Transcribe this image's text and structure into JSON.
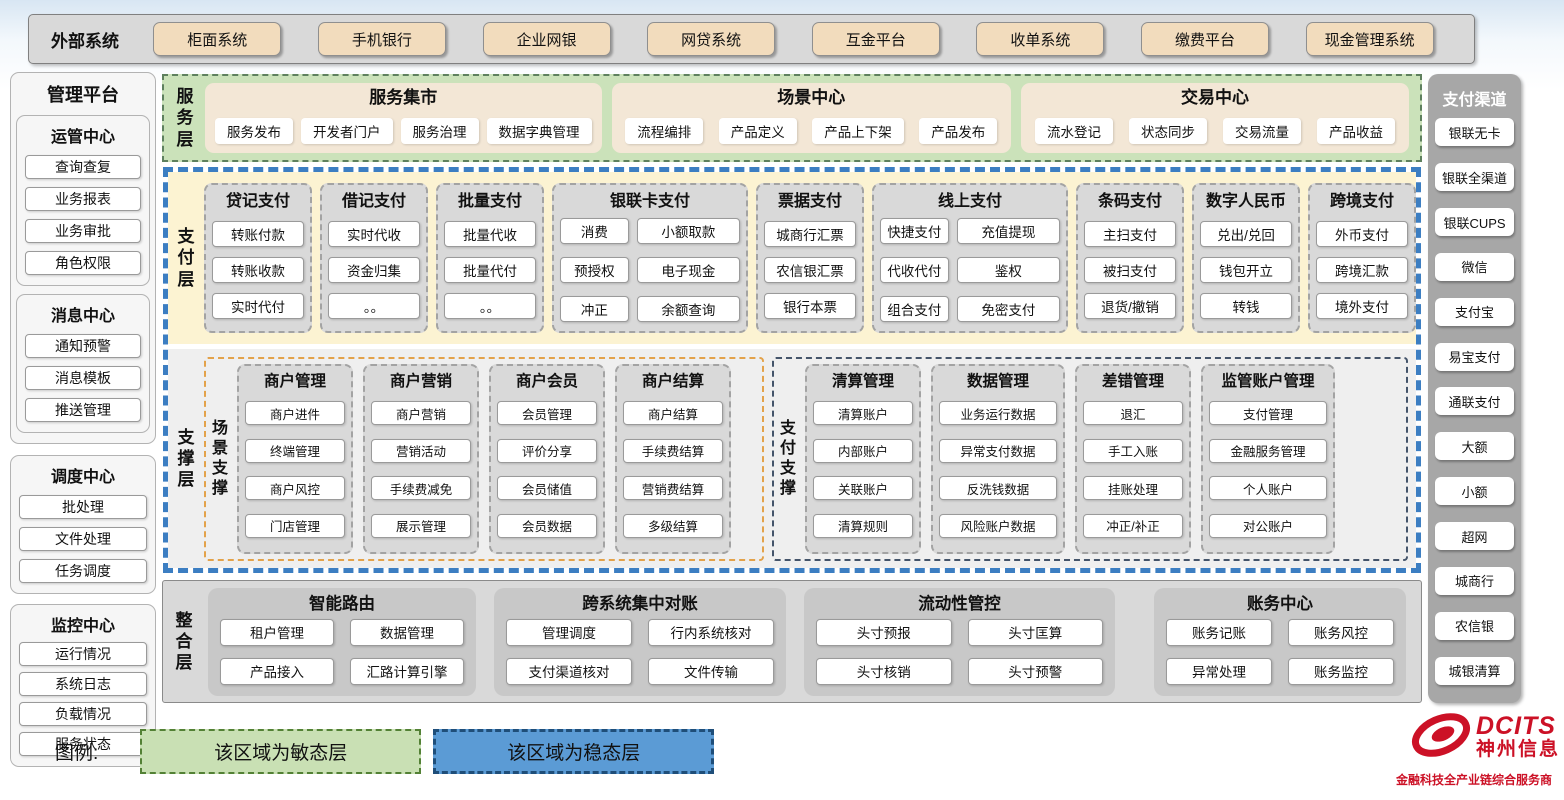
{
  "external_systems": {
    "label": "外部系统",
    "items": [
      "柜面系统",
      "手机银行",
      "企业网银",
      "网贷系统",
      "互金平台",
      "收单系统",
      "缴费平台",
      "现金管理系统"
    ]
  },
  "management_platform": {
    "title": "管理平台",
    "groups": [
      {
        "title": "运管中心",
        "items": [
          "查询查复",
          "业务报表",
          "业务审批",
          "角色权限"
        ]
      },
      {
        "title": "消息中心",
        "items": [
          "通知预警",
          "消息模板",
          "推送管理"
        ]
      },
      {
        "title": "调度中心",
        "items": [
          "批处理",
          "文件处理",
          "任务调度"
        ]
      },
      {
        "title": "监控中心",
        "items": [
          "运行情况",
          "系统日志",
          "负载情况",
          "服务状态"
        ]
      }
    ]
  },
  "service_layer": {
    "label": "服务层",
    "groups": [
      {
        "title": "服务集市",
        "items": [
          "服务发布",
          "开发者门户",
          "服务治理",
          "数据字典管理"
        ]
      },
      {
        "title": "场景中心",
        "items": [
          "流程编排",
          "产品定义",
          "产品上下架",
          "产品发布"
        ]
      },
      {
        "title": "交易中心",
        "items": [
          "流水登记",
          "状态同步",
          "交易流量",
          "产品收益"
        ]
      }
    ]
  },
  "payment_layer": {
    "label": "支付层",
    "groups": [
      {
        "title": "贷记支付",
        "items": [
          "转账付款",
          "转账收款",
          "实时代付"
        ]
      },
      {
        "title": "借记支付",
        "items": [
          "实时代收",
          "资金归集",
          "。。"
        ]
      },
      {
        "title": "批量支付",
        "items": [
          "批量代收",
          "批量代付",
          "。。"
        ]
      },
      {
        "title": "银联卡支付",
        "items": [
          "消费",
          "小额取款",
          "预授权",
          "电子现金",
          "冲正",
          "余额查询"
        ]
      },
      {
        "title": "票据支付",
        "items": [
          "城商行汇票",
          "农信银汇票",
          "银行本票"
        ]
      },
      {
        "title": "线上支付",
        "items": [
          "快捷支付",
          "充值提现",
          "代收代付",
          "鉴权",
          "组合支付",
          "免密支付"
        ]
      },
      {
        "title": "条码支付",
        "items": [
          "主扫支付",
          "被扫支付",
          "退货/撤销"
        ]
      },
      {
        "title": "数字人民币",
        "items": [
          "兑出/兑回",
          "钱包开立",
          "转钱"
        ]
      },
      {
        "title": "跨境支付",
        "items": [
          "外币支付",
          "跨境汇款",
          "境外支付"
        ]
      }
    ]
  },
  "support_layer": {
    "label": "支撑层",
    "sections": [
      {
        "label": "场景支撑",
        "columns": [
          {
            "title": "商户管理",
            "items": [
              "商户进件",
              "终端管理",
              "商户风控",
              "门店管理"
            ]
          },
          {
            "title": "商户营销",
            "items": [
              "商户营销",
              "营销活动",
              "手续费减免",
              "展示管理"
            ]
          },
          {
            "title": "商户会员",
            "items": [
              "会员管理",
              "评价分享",
              "会员储值",
              "会员数据"
            ]
          },
          {
            "title": "商户结算",
            "items": [
              "商户结算",
              "手续费结算",
              "营销费结算",
              "多级结算"
            ]
          }
        ]
      },
      {
        "label": "支付支撑",
        "columns": [
          {
            "title": "清算管理",
            "items": [
              "清算账户",
              "内部账户",
              "关联账户",
              "清算规则"
            ]
          },
          {
            "title": "数据管理",
            "items": [
              "业务运行数据",
              "异常支付数据",
              "反洗钱数据",
              "风险账户数据"
            ]
          },
          {
            "title": "差错管理",
            "items": [
              "退汇",
              "手工入账",
              "挂账处理",
              "冲正/补正"
            ]
          },
          {
            "title": "监管账户管理",
            "items": [
              "支付管理",
              "金融服务管理",
              "个人账户",
              "对公账户"
            ]
          }
        ]
      }
    ]
  },
  "integration_layer": {
    "label": "整合层",
    "groups": [
      {
        "title": "智能路由",
        "items": [
          "租户管理",
          "数据管理",
          "产品接入",
          "汇路计算引擎"
        ]
      },
      {
        "title": "跨系统集中对账",
        "items": [
          "管理调度",
          "行内系统核对",
          "支付渠道核对",
          "文件传输"
        ]
      },
      {
        "title": "流动性管控",
        "items": [
          "头寸预报",
          "头寸匡算",
          "头寸核销",
          "头寸预警"
        ]
      },
      {
        "title": "账务中心",
        "items": [
          "账务记账",
          "账务风控",
          "异常处理",
          "账务监控"
        ]
      }
    ]
  },
  "payment_channels": {
    "title": "支付渠道",
    "items": [
      "银联无卡",
      "银联全渠道",
      "银联CUPS",
      "微信",
      "支付宝",
      "易宝支付",
      "通联支付",
      "大额",
      "小额",
      "超网",
      "城商行",
      "农信银",
      "城银清算"
    ]
  },
  "legend": {
    "label": "图例:",
    "agile": "该区域为敏态层",
    "stable": "该区域为稳态层"
  },
  "logo": {
    "brand": "DCITS",
    "name": "神州信息",
    "tagline": "金融科技全产业链综合服务商"
  },
  "colors": {
    "bar_bg": "#d9d9d9",
    "tan_button": "#f2dcbd",
    "service_green": "#cbe2ba",
    "group_cream": "#f3e7d6",
    "payment_cream": "#fcf3d2",
    "gray_group": "#d9d9d9",
    "stable_border_blue": "#3c7ec2",
    "agile_green": "#c9e0b4",
    "stable_blue": "#5b9bd5",
    "scene_border_orange": "#e3a24a",
    "pay_support_border": "#44546a",
    "channel_panel_gray": "#a7a7a7",
    "logo_red": "#cc1126"
  }
}
